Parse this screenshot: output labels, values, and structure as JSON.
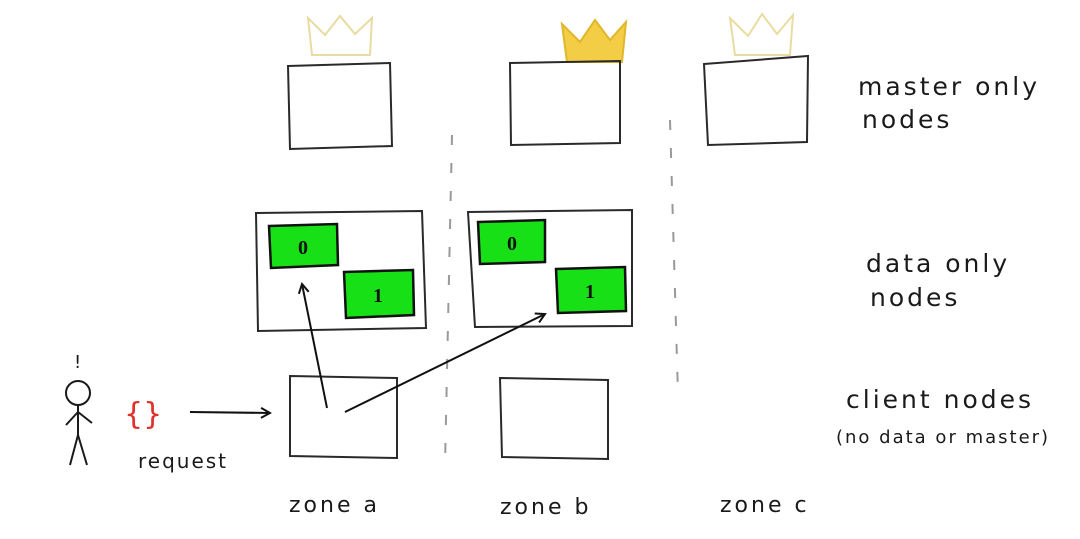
{
  "rows": {
    "master": {
      "line1": "master only",
      "line2": "nodes"
    },
    "data": {
      "line1": "data only",
      "line2": "nodes"
    },
    "client": {
      "line1": "client nodes",
      "line2": "(no data or master)"
    }
  },
  "zones": [
    "zone a",
    "zone b",
    "zone c"
  ],
  "request": {
    "braces": "{}",
    "label": "request",
    "exclaim": "!"
  },
  "shards": {
    "zone_a": [
      "0",
      "1"
    ],
    "zone_b": [
      "0",
      "1"
    ]
  },
  "colors": {
    "shard": "#17e017",
    "crown_active": "#f3cd45",
    "crown_faint": "#e8dca0",
    "braces": "#e0302a"
  },
  "icons": [
    "crown-icon",
    "stick-figure-icon"
  ]
}
